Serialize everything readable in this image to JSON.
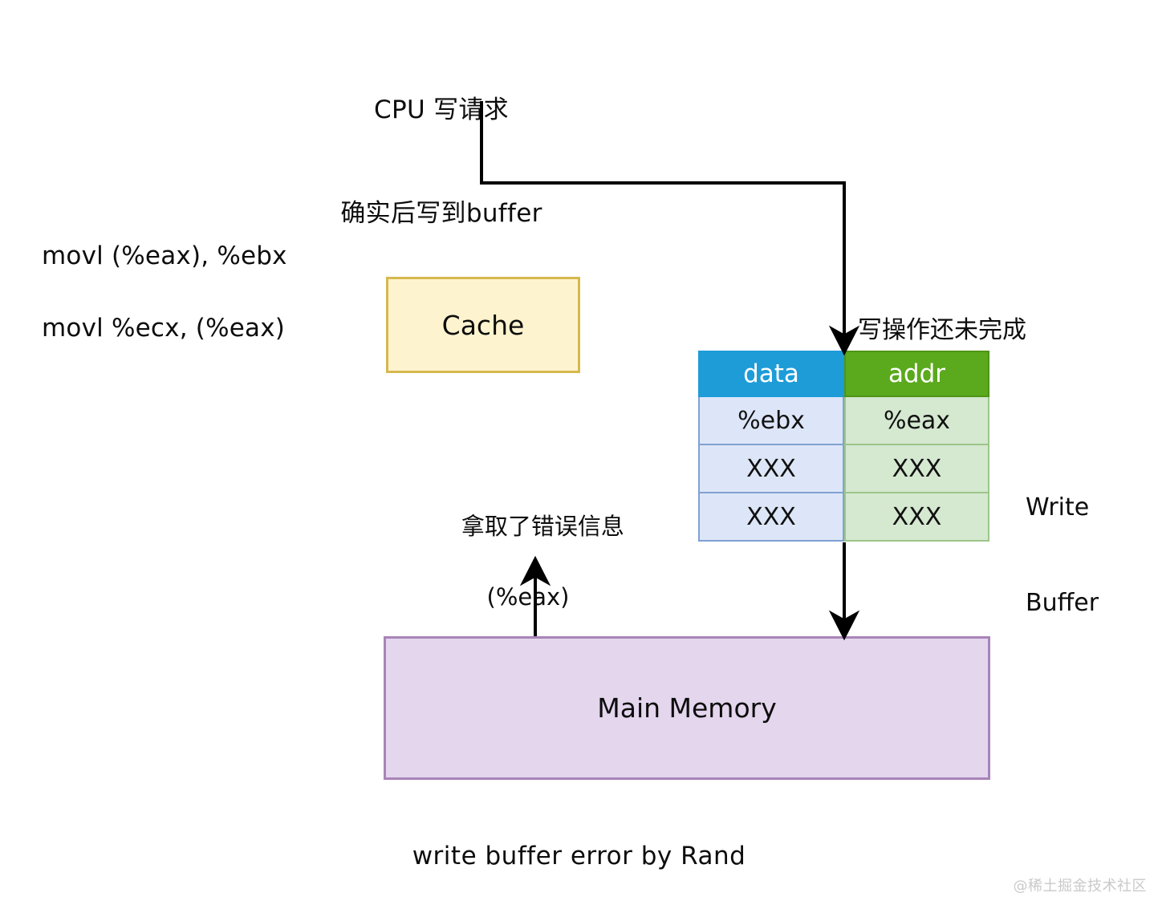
{
  "diagram": {
    "title_caption": "write buffer error by Rand",
    "watermark": "@稀土掘金技术社区",
    "cpu_note": {
      "line1": "CPU 写请求",
      "line2": "确实后写到buffer"
    },
    "instructions": [
      "movl (%eax), %ebx",
      "movl %ecx, (%eax)"
    ],
    "cache": {
      "label": "Cache",
      "fill": "#fdf3cf",
      "border": "#d6b84e"
    },
    "memory": {
      "label": "Main Memory",
      "fill": "#e3d6ed",
      "border": "#a884b8"
    },
    "fetch_note": {
      "line1": "拿取了错误信息",
      "line2": "(%eax)"
    },
    "write_pending_note": "写操作还未完成",
    "write_buffer": {
      "label_line1": "Write",
      "label_line2": "Buffer",
      "headers": [
        "data",
        "addr"
      ],
      "header_colors": [
        "#1d9cd8",
        "#5ba91d"
      ],
      "cell_colors": [
        "#dde6f8",
        "#d5e8d0"
      ],
      "rows": [
        [
          "%ebx",
          "%eax"
        ],
        [
          "XXX",
          "XXX"
        ],
        [
          "XXX",
          "XXX"
        ]
      ]
    }
  }
}
